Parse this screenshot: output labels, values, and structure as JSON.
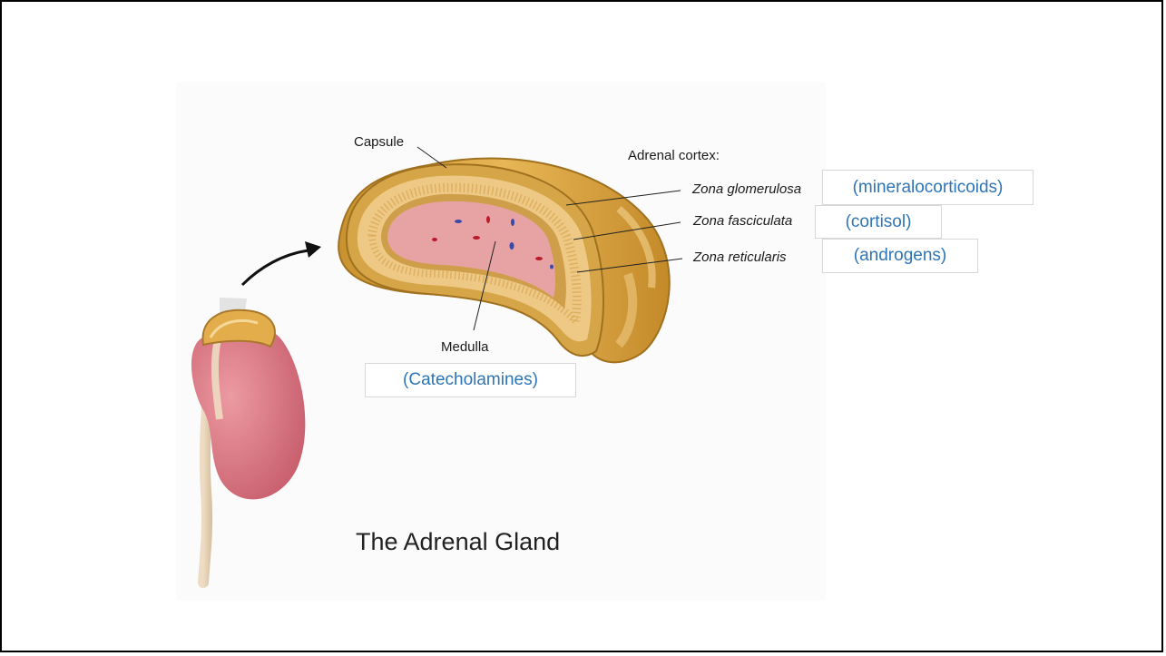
{
  "diagram": {
    "title": "The Adrenal Gland",
    "labels": {
      "capsule": "Capsule",
      "adrenal_cortex": "Adrenal cortex:",
      "zona_glomerulosa": "Zona glomerulosa",
      "zona_fasciculata": "Zona fasciculata",
      "zona_reticularis": "Zona reticularis",
      "medulla": "Medulla"
    },
    "hormones": {
      "glomerulosa": "(mineralocorticoids)",
      "fasciculata": "(cortisol)",
      "reticularis": "(androgens)",
      "medulla": "(Catecholamines)"
    },
    "colors": {
      "capsule": "#b8862a",
      "cortex": "#e9c37a",
      "medulla": "#e9a6a3",
      "kidney": "#d97a86",
      "hormone_text": "#2e75b6"
    }
  }
}
